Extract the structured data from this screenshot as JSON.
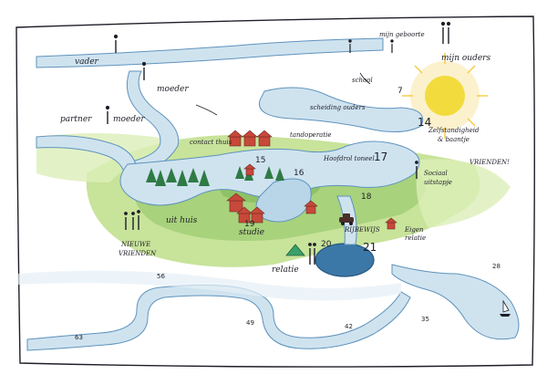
{
  "top_labels": {
    "vader": "vader",
    "mijn_geboorte": "mijn geboorte",
    "mijn_ouders": "mijn ouders",
    "school": "school"
  },
  "labels": {
    "moeder": "moeder",
    "partner_moeder_a": "partner",
    "partner_moeder_b": "moeder",
    "scheiding_ouders": "scheiding ouders",
    "contact_thuis": "contact thuis",
    "tandoperatie": "tandoperatie",
    "hoofdrol_toneel": "Hoofdrol toneel",
    "zelfstandigheid": "Zelfstandigheid",
    "baantje": "& baantje",
    "vrienden_top": "VRIENDEN!",
    "sociaal_a": "Sociaal",
    "sociaal_b": "uitstapje",
    "uit_huis": "uit huis",
    "nieuwe_vrienden_a": "NIEUWE",
    "nieuwe_vrienden_b": "VRIENDEN",
    "studie": "studie",
    "rijbewijs": "RIJBEWIJS",
    "eigen_relatie_a": "Eigen",
    "eigen_relatie_b": "relatie",
    "relatie": "relatie"
  },
  "ages": [
    "7",
    "14",
    "15",
    "16",
    "17",
    "18",
    "19",
    "20",
    "21",
    "28",
    "35",
    "42",
    "49",
    "56",
    "63"
  ],
  "colors": {
    "river_fill": "#cfe3ef",
    "river_edge": "#5f93bd",
    "grass_light": "#c8e39a",
    "grass_dark": "#8fc266",
    "tree": "#2f7a45",
    "house_red": "#c8483a",
    "sun_core": "#f2dc3d",
    "sun_ray": "#f6c93d",
    "lake": "#3b78a8",
    "ink": "#1e1e28"
  },
  "icons": [
    "sun-icon",
    "house-icon",
    "tree-icon",
    "tent-icon",
    "car-icon",
    "sailboat-icon",
    "figure-icon"
  ]
}
